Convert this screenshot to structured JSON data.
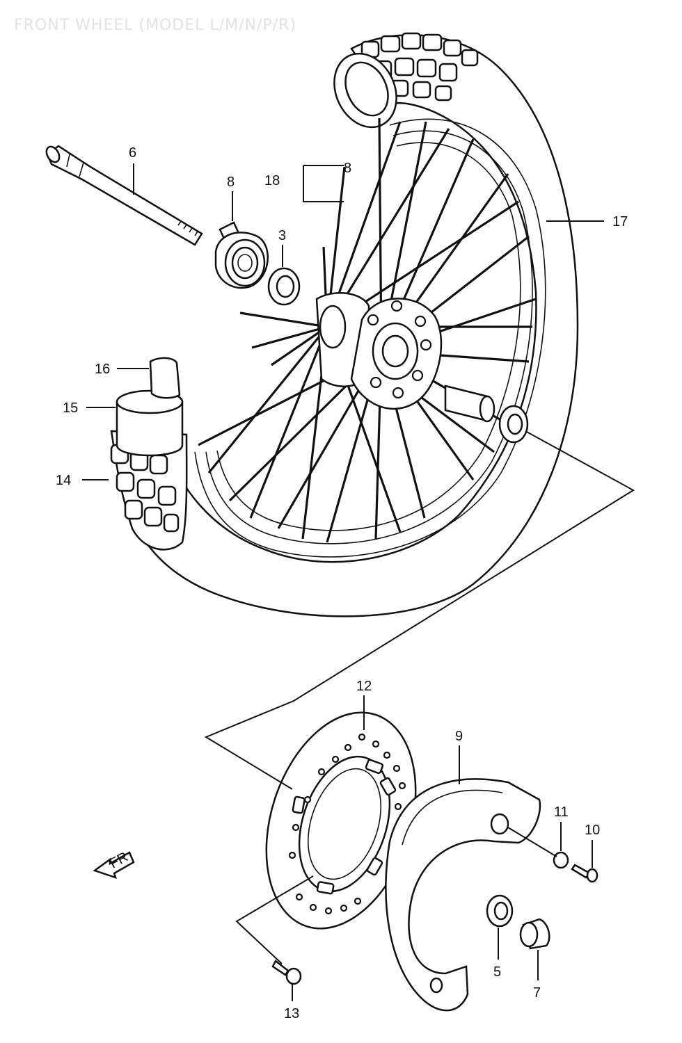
{
  "title": "FRONT WHEEL (MODEL L/M/N/P/R)",
  "callouts": [
    {
      "id": "c6",
      "label": "6"
    },
    {
      "id": "c8",
      "label": "8"
    },
    {
      "id": "c18",
      "label": "18"
    },
    {
      "id": "c18b",
      "label": "8"
    },
    {
      "id": "c3",
      "label": "3"
    },
    {
      "id": "c17",
      "label": "17"
    },
    {
      "id": "c16",
      "label": "16"
    },
    {
      "id": "c15",
      "label": "15"
    },
    {
      "id": "c14",
      "label": "14"
    },
    {
      "id": "c12",
      "label": "12"
    },
    {
      "id": "c9",
      "label": "9"
    },
    {
      "id": "c11",
      "label": "11"
    },
    {
      "id": "c10",
      "label": "10"
    },
    {
      "id": "c5",
      "label": "5"
    },
    {
      "id": "c7",
      "label": "7"
    },
    {
      "id": "c13",
      "label": "13"
    }
  ],
  "front_arrow": "FR"
}
